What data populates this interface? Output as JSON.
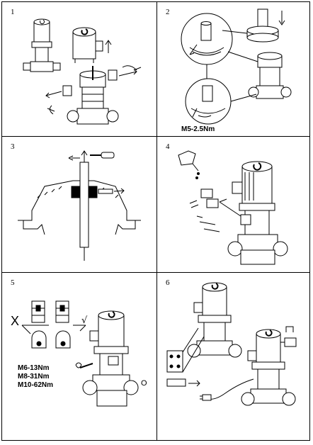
{
  "panels": [
    {
      "number": "1"
    },
    {
      "number": "2",
      "torque": "M5-2.5Nm"
    },
    {
      "number": "3"
    },
    {
      "number": "4"
    },
    {
      "number": "5",
      "torque_values": [
        "M6-13Nm",
        "M8-31Nm",
        "M10-62Nm"
      ],
      "wrong_mark": "X",
      "right_mark": "√",
      "circle_mark": "O"
    },
    {
      "number": "6"
    }
  ]
}
